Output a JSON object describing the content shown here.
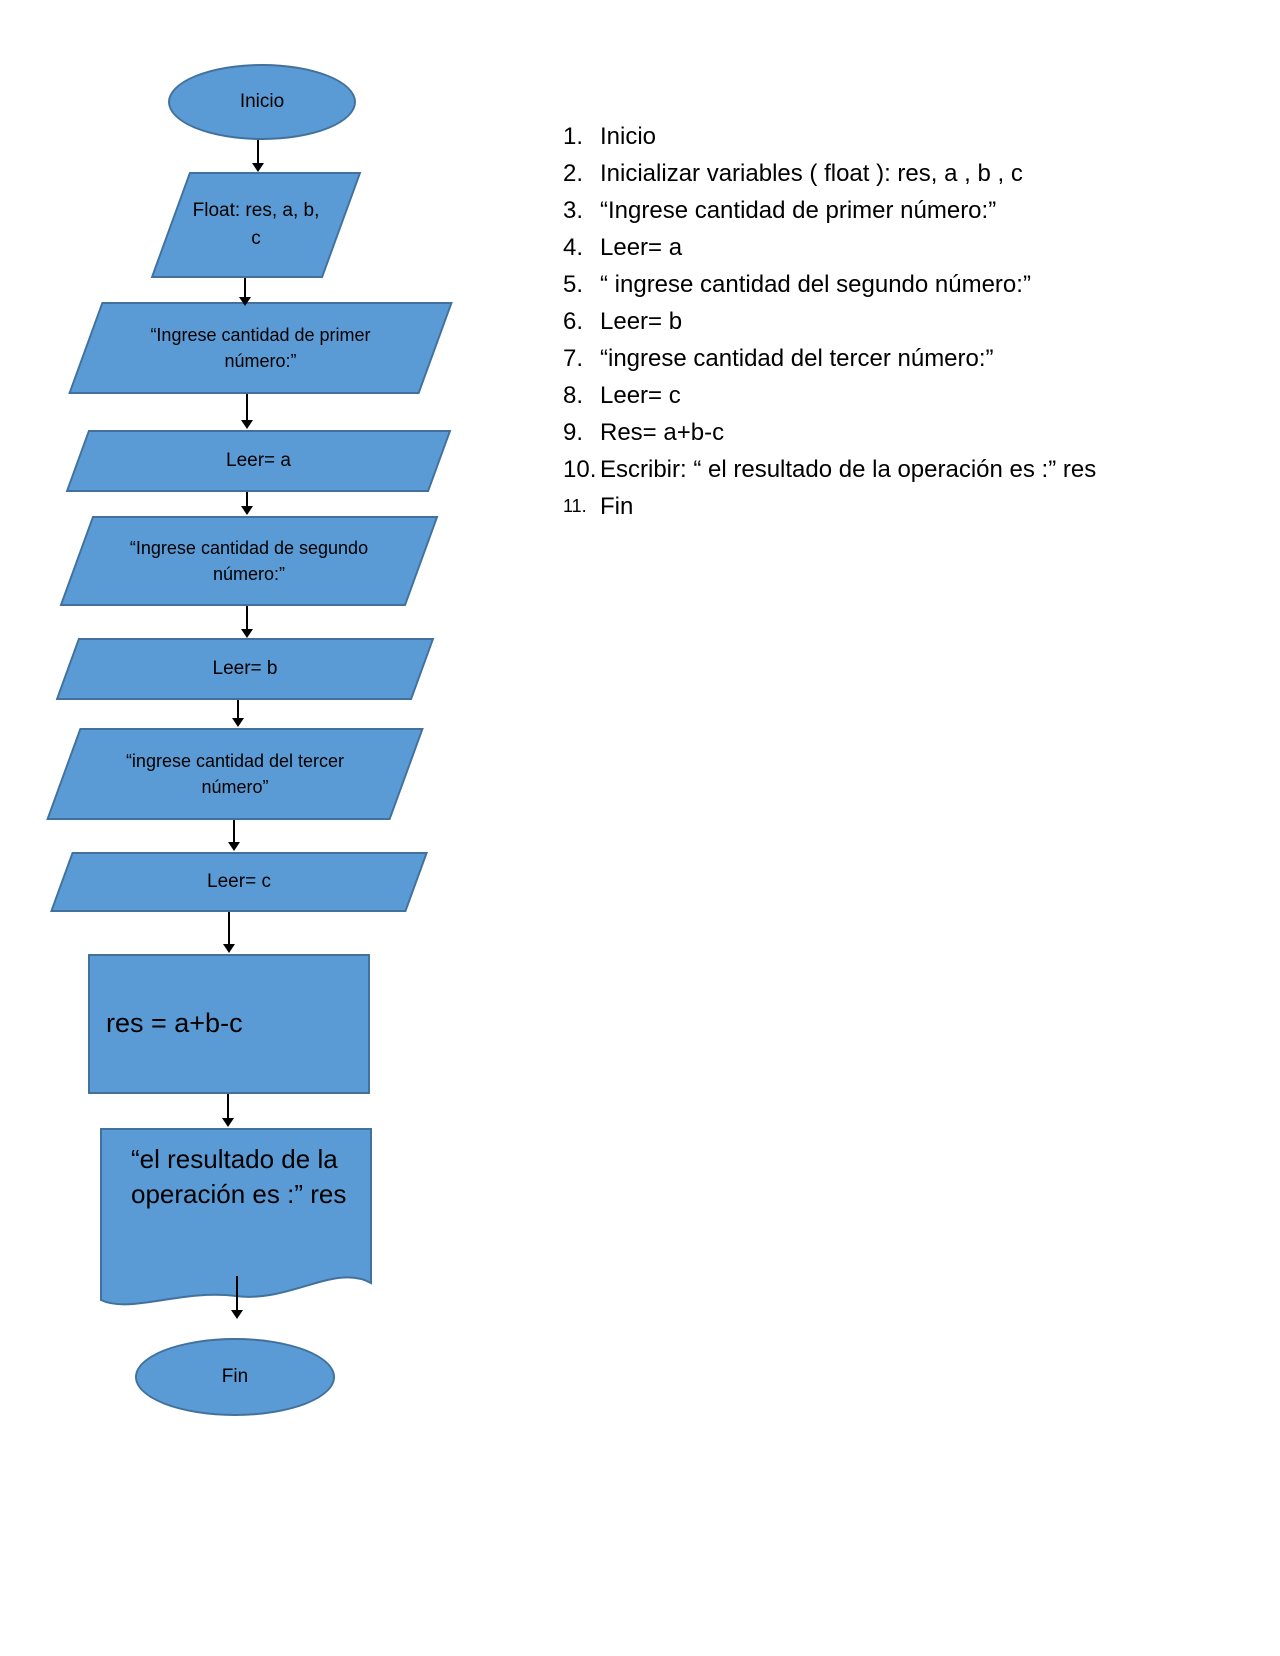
{
  "flowchart": {
    "fill": "#5B9BD5",
    "border": "#41719C",
    "nodes": [
      {
        "id": "start",
        "type": "ellipse",
        "label": "Inicio"
      },
      {
        "id": "declare",
        "type": "parallelogram",
        "label": "Float: res, a, b, c"
      },
      {
        "id": "prompt-1",
        "type": "parallelogram",
        "label": "“Ingrese cantidad de primer número:”"
      },
      {
        "id": "read-a",
        "type": "parallelogram",
        "label": "Leer= a"
      },
      {
        "id": "prompt-2",
        "type": "parallelogram",
        "label": "“Ingrese cantidad de segundo número:”"
      },
      {
        "id": "read-b",
        "type": "parallelogram",
        "label": "Leer= b"
      },
      {
        "id": "prompt-3",
        "type": "parallelogram",
        "label": "“ingrese cantidad del tercer número”"
      },
      {
        "id": "read-c",
        "type": "parallelogram",
        "label": "Leer= c"
      },
      {
        "id": "process",
        "type": "rectangle",
        "label": "res = a+b-c"
      },
      {
        "id": "output",
        "type": "document",
        "label": "“el resultado  de la operación es :” res"
      },
      {
        "id": "end",
        "type": "ellipse",
        "label": "Fin"
      }
    ]
  },
  "list": {
    "items": [
      {
        "num": "1.",
        "text": "Inicio"
      },
      {
        "num": "2.",
        "text": "Inicializar variables ( float ): res, a , b , c"
      },
      {
        "num": "3.",
        "text": "“Ingrese cantidad de primer número:”"
      },
      {
        "num": "4.",
        "text": "Leer= a"
      },
      {
        "num": "5.",
        "text": "“ ingrese cantidad del segundo número:”"
      },
      {
        "num": "6.",
        "text": "Leer= b"
      },
      {
        "num": "7.",
        "text": "“ingrese cantidad del tercer número:”"
      },
      {
        "num": "8.",
        "text": "Leer= c"
      },
      {
        "num": "9.",
        "text": "Res= a+b-c"
      },
      {
        "num": "10.",
        "text": "Escribir: “ el resultado de la operación es :” res"
      },
      {
        "num": "11.",
        "text": "Fin"
      }
    ]
  }
}
